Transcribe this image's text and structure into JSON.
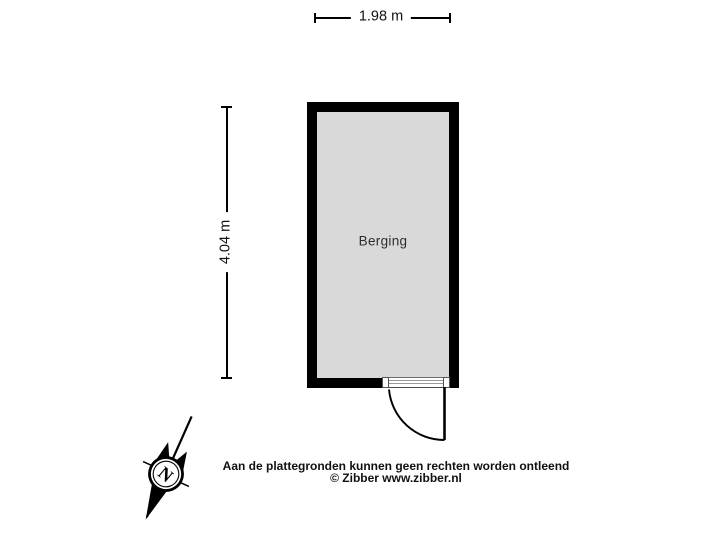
{
  "floorplan": {
    "room": {
      "name": "Berging"
    },
    "dimensions": {
      "width": "1.98 m",
      "height": "4.04 m"
    },
    "compass": {
      "north_label": "N"
    },
    "footer": {
      "disclaimer": "Aan de plattegronden kunnen geen rechten worden ontleend",
      "copyright": "© Zibber www.zibber.nl"
    },
    "colors": {
      "wall": "#000000",
      "room_fill": "#d9d9d9",
      "line": "#000000",
      "text": "#111111",
      "background": "#ffffff"
    }
  }
}
